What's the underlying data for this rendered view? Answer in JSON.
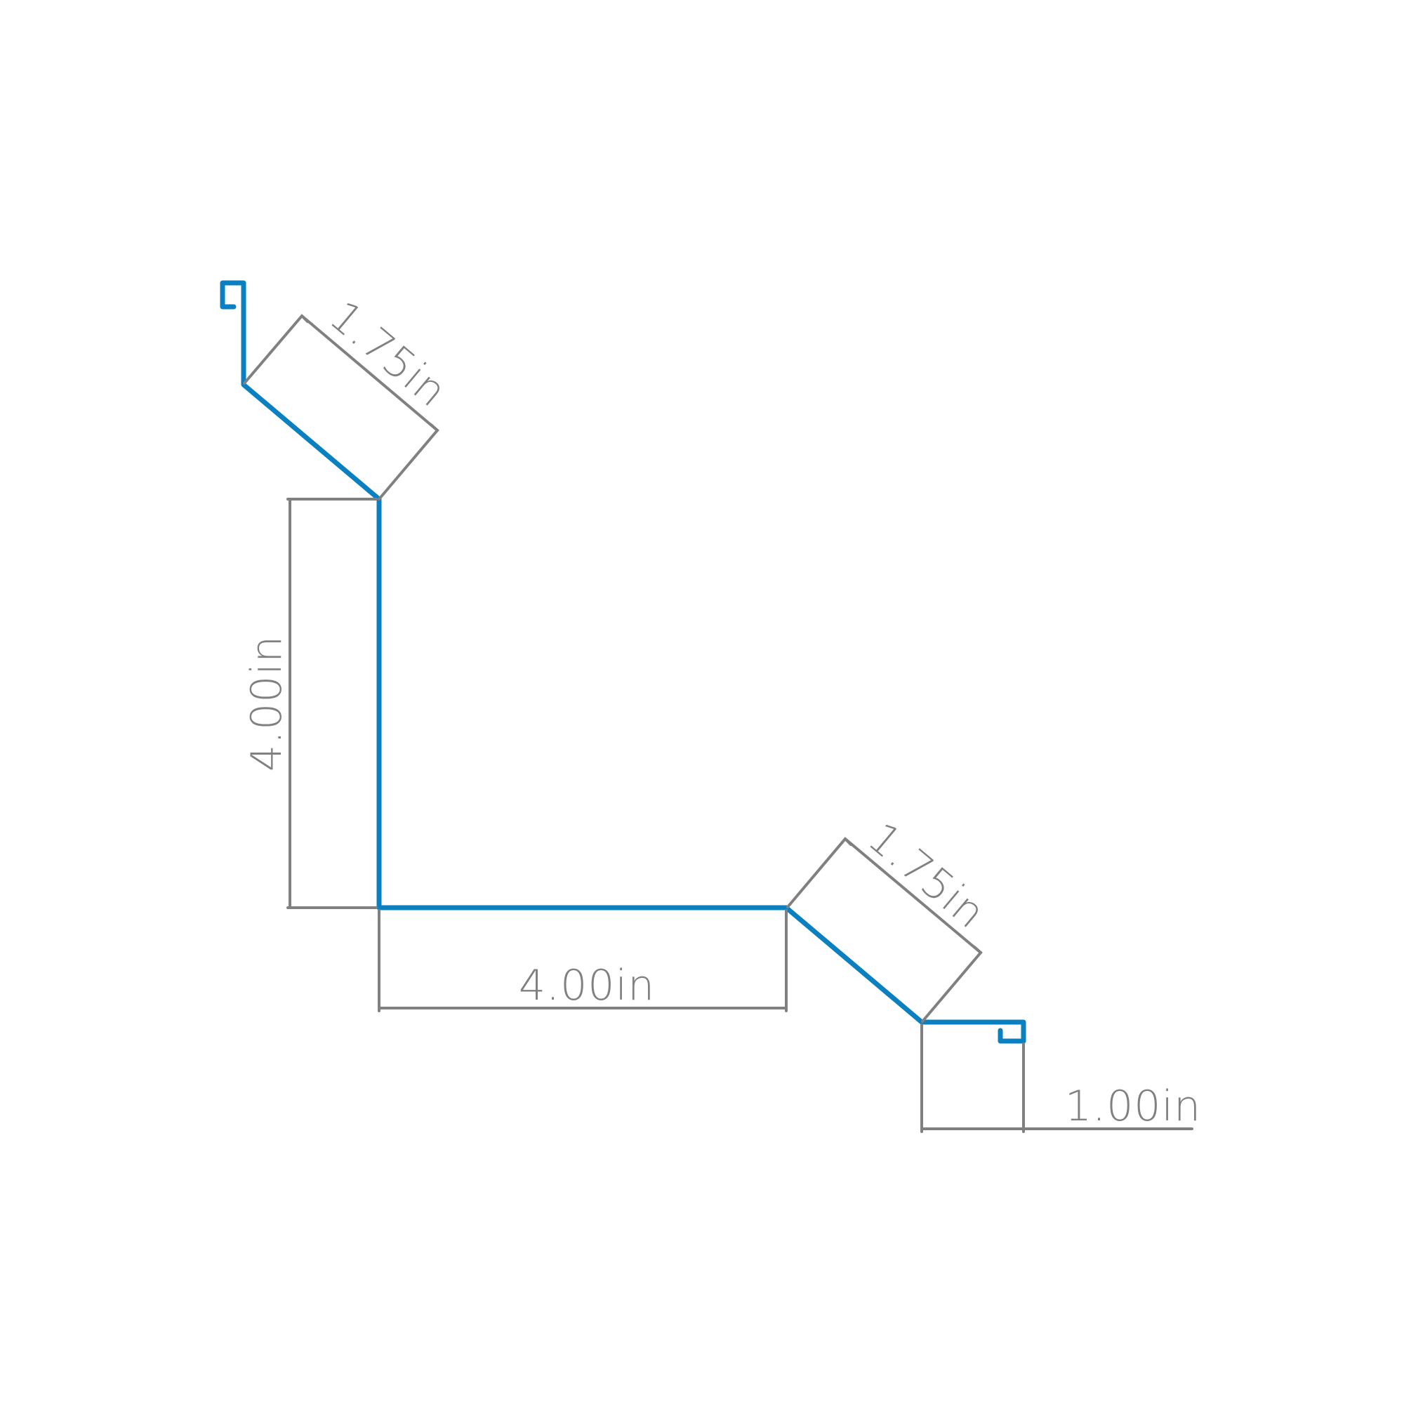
{
  "diagram": {
    "colors": {
      "profile": "#0a80c0",
      "dimension": "#808080",
      "background": "#ffffff"
    },
    "dimensions": {
      "top_angled_leg": "1.75in",
      "vertical_leg": "4.00in",
      "bottom_leg": "4.00in",
      "lower_angled_leg": "1.75in",
      "end_flange": "1.00in"
    }
  }
}
